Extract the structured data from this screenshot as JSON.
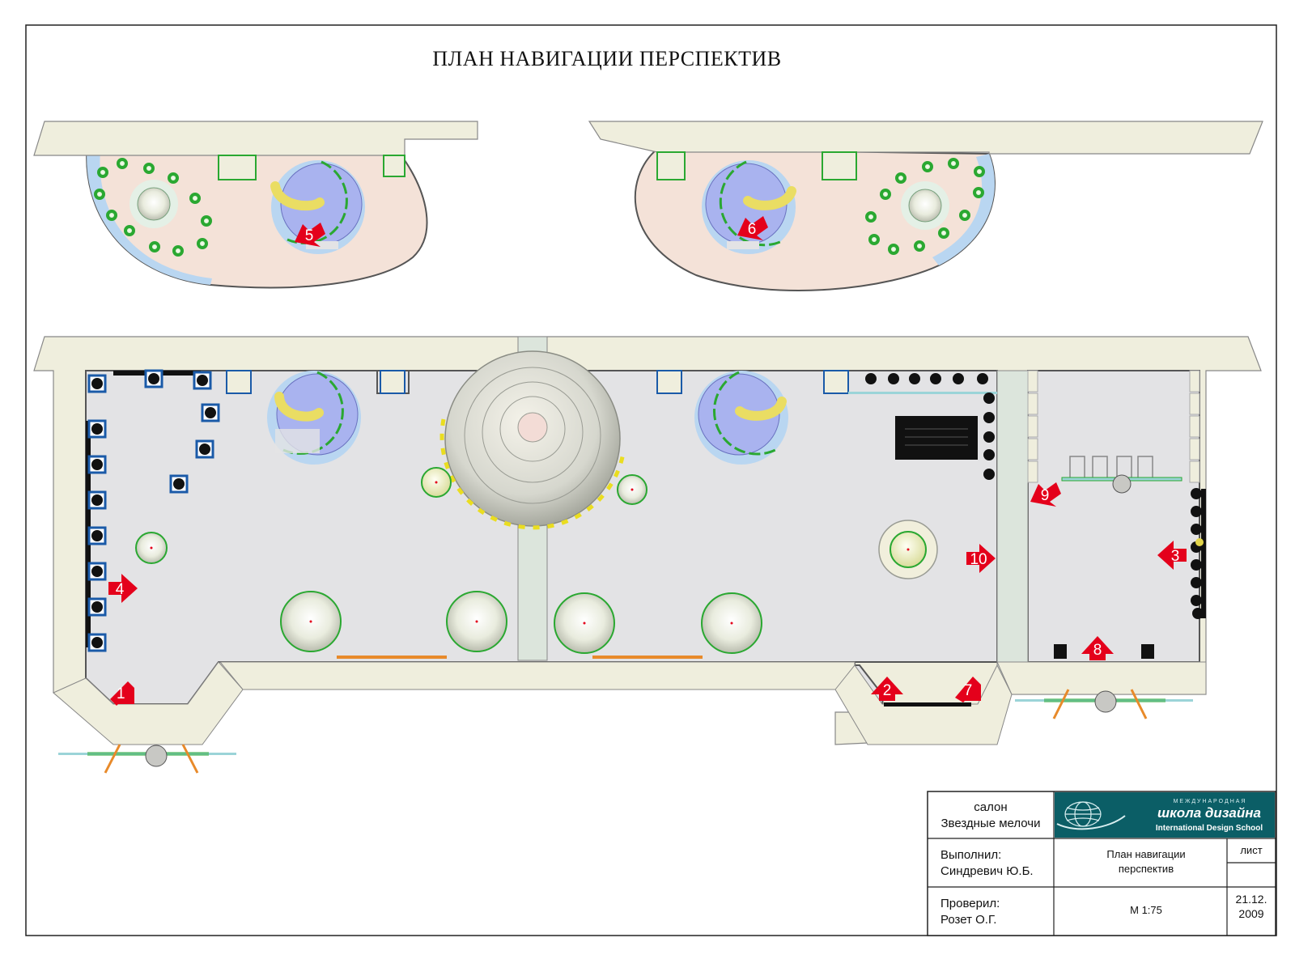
{
  "title": "ПЛАН НАВИГАЦИИ ПЕРСПЕКТИВ",
  "colors": {
    "floor_room": "#e3e3e5",
    "floor_mezzanine": "#f4e2d8",
    "wall": "#efeedd",
    "stair": "#a9b3ef",
    "accent_green": "#2aa831",
    "marker_red": "#e4001b",
    "dark_cyan": "#0e6b73",
    "logo_bg": "#0b5e66"
  },
  "markers": [
    {
      "label": "1",
      "direction": "up-right"
    },
    {
      "label": "2",
      "direction": "up"
    },
    {
      "label": "3",
      "direction": "left"
    },
    {
      "label": "4",
      "direction": "right"
    },
    {
      "label": "5",
      "direction": "down-left"
    },
    {
      "label": "6",
      "direction": "down-left"
    },
    {
      "label": "7",
      "direction": "up-right"
    },
    {
      "label": "8",
      "direction": "up"
    },
    {
      "label": "9",
      "direction": "down-left"
    },
    {
      "label": "10",
      "direction": "right"
    }
  ],
  "title_block": {
    "project_line1": "салон",
    "project_line2": "Звездные мелочи",
    "logo_tagline": "М Е Ж Д У Н А Р О Д Н А Я",
    "logo_main": "школа дизайна",
    "logo_sub": "International Design School",
    "author_label": "Выполнил:",
    "author_name": "Синдревич Ю.Б.",
    "sheet_title_line1": "План навигации",
    "sheet_title_line2": "перспектив",
    "sheet_label": "лист",
    "checker_label": "Проверил:",
    "checker_name": "Розет О.Г.",
    "scale": "М 1:75",
    "date_line1": "21.12.",
    "date_line2": "2009"
  }
}
